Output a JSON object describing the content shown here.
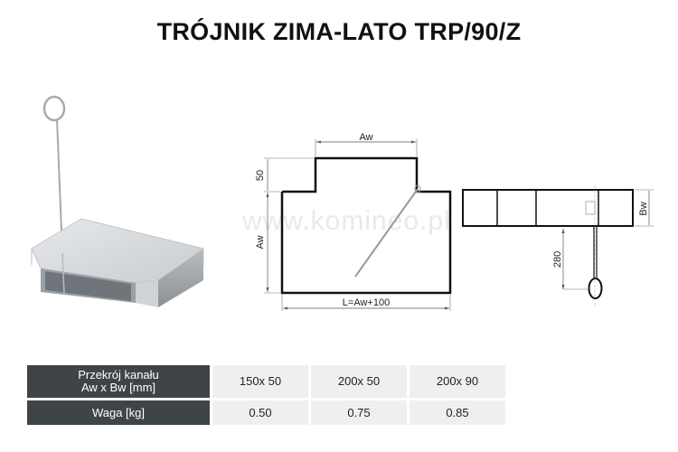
{
  "title": "TRÓJNIK ZIMA-LATO TRP/90/Z",
  "watermark": "www.komineo.pl",
  "drawing": {
    "top_width_label": "Aw",
    "offset_label": "50",
    "height_label": "Aw",
    "length_label": "L=Aw+100"
  },
  "side_view": {
    "depth_label": "Bw",
    "handle_label": "280"
  },
  "table": {
    "rows": [
      {
        "header_line1": "Przekrój kanału",
        "header_line2": "Aw x Bw [mm]",
        "values": [
          "150x 50",
          "200x 50",
          "200x 90"
        ]
      },
      {
        "header_line1": "Waga [kg]",
        "values": [
          "0.50",
          "0.75",
          "0.85"
        ]
      }
    ]
  },
  "colors": {
    "header_bg": "#3f4547",
    "cell_bg": "#efefef",
    "line": "#111111"
  }
}
